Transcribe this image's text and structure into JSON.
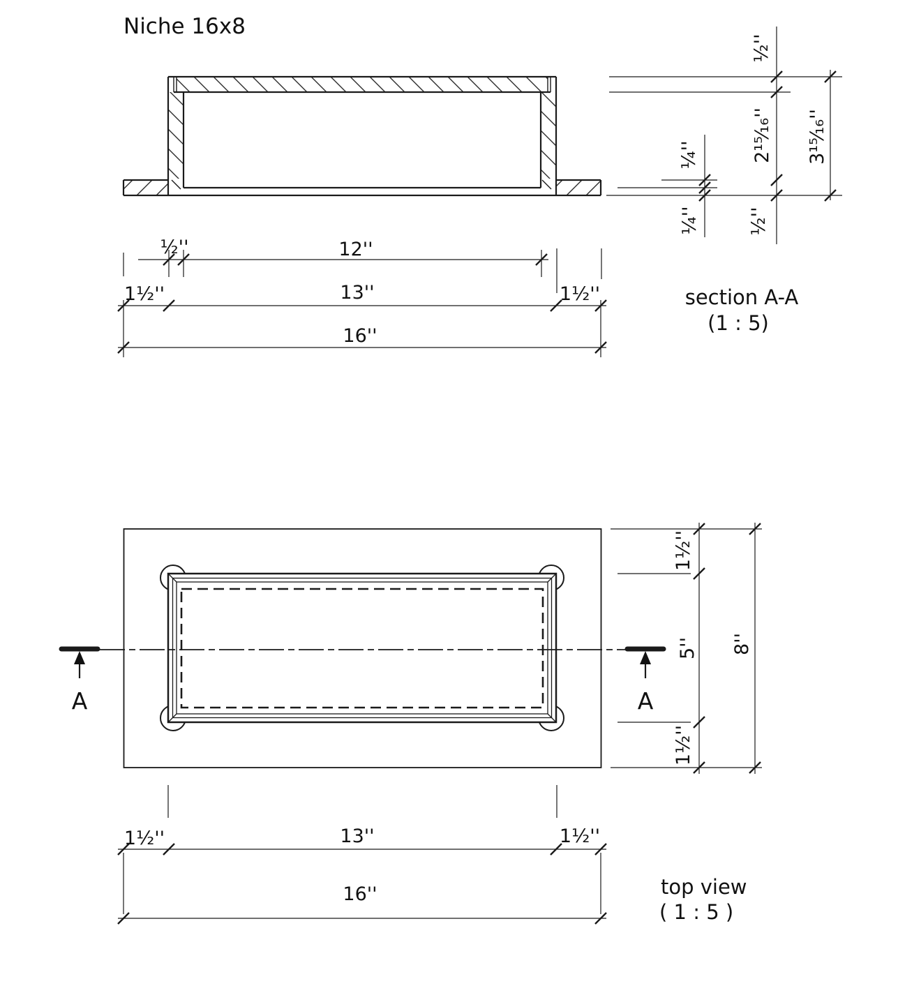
{
  "title": "Niche 16x8",
  "section_view": {
    "caption_line1": "section A-A",
    "caption_line2": "(1 : 5)",
    "dim_lip": "½''",
    "dim_inner_width": "12''",
    "dim_wall_left": "1½''",
    "dim_opening_width": "13''",
    "dim_wall_right": "1½''",
    "dim_overall_width": "16''",
    "dim_floor_upper": "¼''",
    "dim_floor_lower": "¼''",
    "dim_top_slab": "½''",
    "dim_cavity_depth": "2¹⁵⁄₁₆''",
    "dim_base_plate": "½''",
    "dim_overall_height": "3¹⁵⁄₁₆''"
  },
  "top_view": {
    "caption_line1": "top view",
    "caption_line2": "( 1 : 5 )",
    "marker_left": "A",
    "marker_right": "A",
    "dim_margin_top": "1½''",
    "dim_opening_height": "5''",
    "dim_margin_bottom": "1½''",
    "dim_overall_height": "8''",
    "dim_margin_left": "1½''",
    "dim_opening_width": "13''",
    "dim_margin_right": "1½''",
    "dim_overall_width": "16''"
  },
  "colors": {
    "line": "#1a1a1a",
    "background": "#ffffff"
  }
}
